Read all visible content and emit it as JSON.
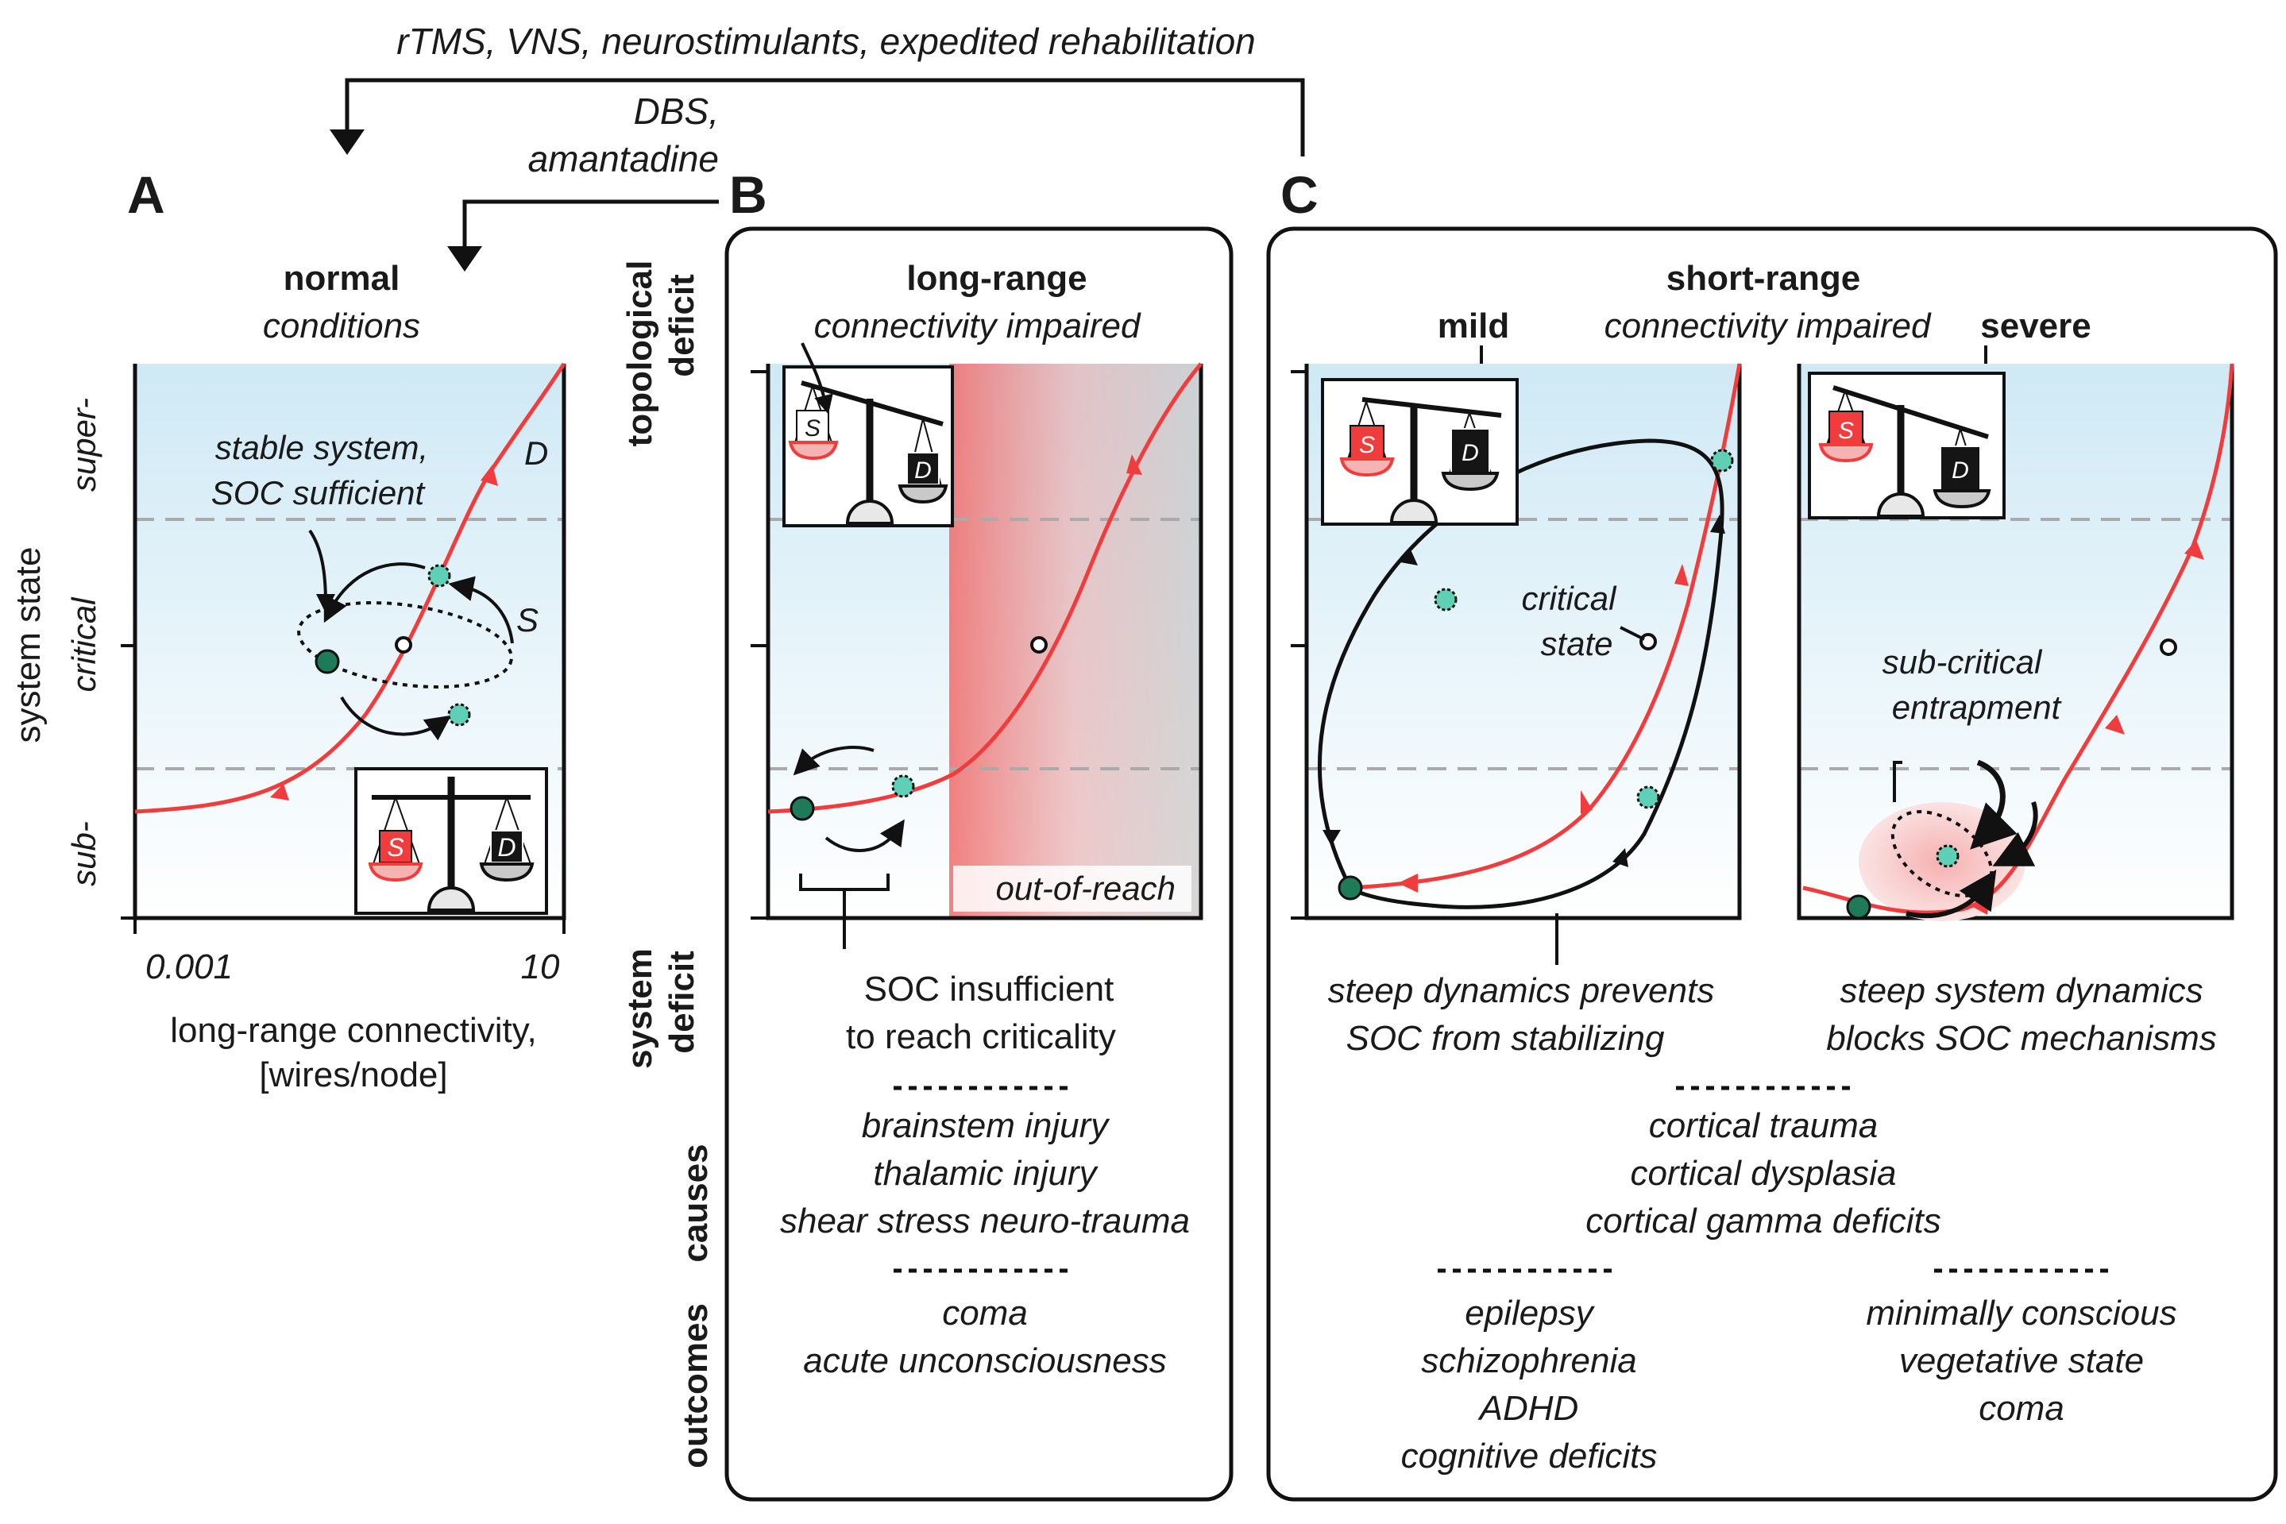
{
  "top_arrow_label": "rTMS, VNS, neurostimulants, expedited rehabilitation",
  "second_arrow_label": [
    "DBS,",
    "amantadine"
  ],
  "panels": {
    "A": {
      "letter": "A",
      "title": "normal",
      "subtitle": "conditions",
      "annotation": [
        "stable system,",
        "SOC sufficient"
      ],
      "curve_label_D": "D",
      "curve_label_S": "S",
      "y_axis_title": "system state",
      "y_regions": [
        "super-",
        "critical",
        "sub-"
      ],
      "x_ticks": [
        "0.001",
        "10"
      ],
      "x_axis_title": [
        "long-range connectivity,",
        "[wires/node]"
      ],
      "balance": {
        "left": "S",
        "right": "D"
      }
    },
    "B": {
      "letter": "B",
      "title": "long-range",
      "subtitle": "connectivity impaired",
      "region_label": "out-of-reach",
      "system_deficit": [
        "SOC insufficient",
        "to reach criticality"
      ],
      "causes": [
        "brainstem injury",
        "thalamic injury",
        "shear stress neuro-trauma"
      ],
      "outcomes": [
        "coma",
        "acute unconsciousness"
      ],
      "balance": {
        "left": "S",
        "right": "D"
      }
    },
    "C": {
      "letter": "C",
      "title": "short-range",
      "subtitle": "connectivity impaired",
      "mild": {
        "label": "mild",
        "annotation": [
          "critical",
          "state"
        ],
        "system_deficit": [
          "steep dynamics prevents",
          "SOC from stabilizing"
        ],
        "outcomes": [
          "epilepsy",
          "schizophrenia",
          "ADHD",
          "cognitive deficits"
        ],
        "balance": {
          "left": "S",
          "right": "D"
        }
      },
      "severe": {
        "label": "severe",
        "annotation": [
          "sub-critical",
          "entrapment"
        ],
        "system_deficit": [
          "steep system dynamics",
          "blocks SOC mechanisms"
        ],
        "outcomes": [
          "minimally conscious",
          "vegetative state",
          "coma"
        ],
        "balance": {
          "left": "S",
          "right": "D"
        }
      },
      "causes": [
        "cortical trauma",
        "cortical dysplasia",
        "cortical gamma deficits"
      ]
    }
  },
  "row_labels": {
    "topological_deficit": [
      "topological",
      "deficit"
    ],
    "system_deficit": [
      "system",
      "deficit"
    ],
    "causes": "causes",
    "outcomes": "outcomes"
  },
  "colors": {
    "curve": "#f03c3c",
    "scale_pan_S": "#f03c3c",
    "scale_pan_D": "#151515",
    "fixed_point": "#1f7a5a",
    "unstable_point": "#5fd0b6",
    "background_top": "#cfe9f5",
    "impaired_zone": "#f06a6a"
  }
}
